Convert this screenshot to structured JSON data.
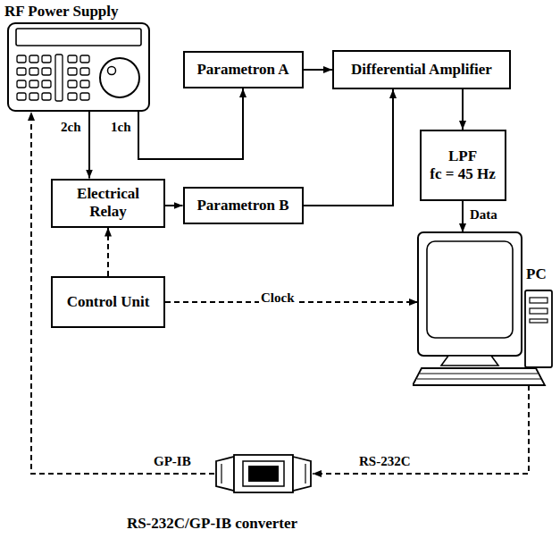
{
  "diagram": {
    "nodes": [
      {
        "text": [
          "RF Power Supply"
        ]
      },
      {
        "text": [
          "Parametron A"
        ]
      },
      {
        "text": [
          "Differential Amplifier"
        ]
      },
      {
        "text": [
          "Electrical Relay"
        ]
      },
      {
        "text": [
          "Parametron B"
        ]
      },
      {
        "text": [
          "LPF",
          "fc = 45 Hz"
        ]
      },
      {
        "text": [
          "Control Unit"
        ]
      },
      {
        "text": [
          "PC"
        ]
      },
      {
        "text": [
          "RS-232C/GP-IB converter"
        ]
      }
    ],
    "edges": [
      {
        "from": 0,
        "to": 1,
        "arrow": "to",
        "label": "1ch"
      },
      {
        "from": 0,
        "to": 3,
        "arrow": "to",
        "label": "2ch"
      },
      {
        "from": 1,
        "to": 2,
        "arrow": "to"
      },
      {
        "from": 4,
        "to": 2,
        "arrow": "to"
      },
      {
        "from": 3,
        "to": 4,
        "arrow": "to"
      },
      {
        "from": 2,
        "to": 5,
        "arrow": "to"
      },
      {
        "from": 5,
        "to": 7,
        "arrow": "to",
        "label": "Data"
      },
      {
        "from": 6,
        "to": 3,
        "arrow": "to"
      },
      {
        "from": 6,
        "to": 7,
        "arrow": "to",
        "label": "Clock"
      },
      {
        "from": 7,
        "to": 8,
        "arrow": "to",
        "label": "RS-232C"
      },
      {
        "from": 8,
        "to": 0,
        "arrow": "to",
        "label": "GP-IB"
      }
    ]
  }
}
